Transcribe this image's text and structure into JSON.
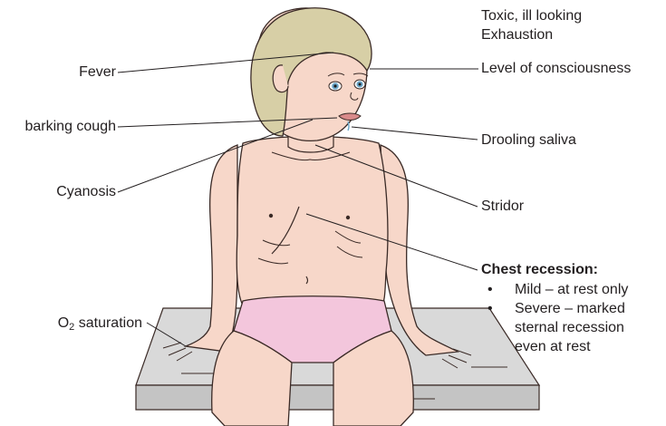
{
  "labels": {
    "toxic": "Toxic, ill looking",
    "exhaustion": "Exhaustion",
    "fever": "Fever",
    "level_of_consciousness": "Level of consciousness",
    "barking_cough": "barking cough",
    "drooling_saliva": "Drooling saliva",
    "cyanosis": "Cyanosis",
    "stridor": "Stridor",
    "chest_recession_title": "Chest recession:",
    "o2_saturation": {
      "o": "O",
      "sub": "2",
      "rest": " saturation"
    }
  },
  "chest_recession_items": [
    {
      "bullet": "•",
      "lines": [
        "Mild – at rest only"
      ]
    },
    {
      "bullet": "•",
      "lines": [
        "Severe – marked",
        "sternal recession",
        "even at rest"
      ]
    }
  ],
  "colors": {
    "skin": "#f7d7c9",
    "skin_outline": "#3a2a26",
    "hair": "#d7cfa6",
    "briefs": "#f3c6dc",
    "bench": "#d9d9d9",
    "leader_line": "#231f20",
    "iris": "#6aa6c8"
  }
}
